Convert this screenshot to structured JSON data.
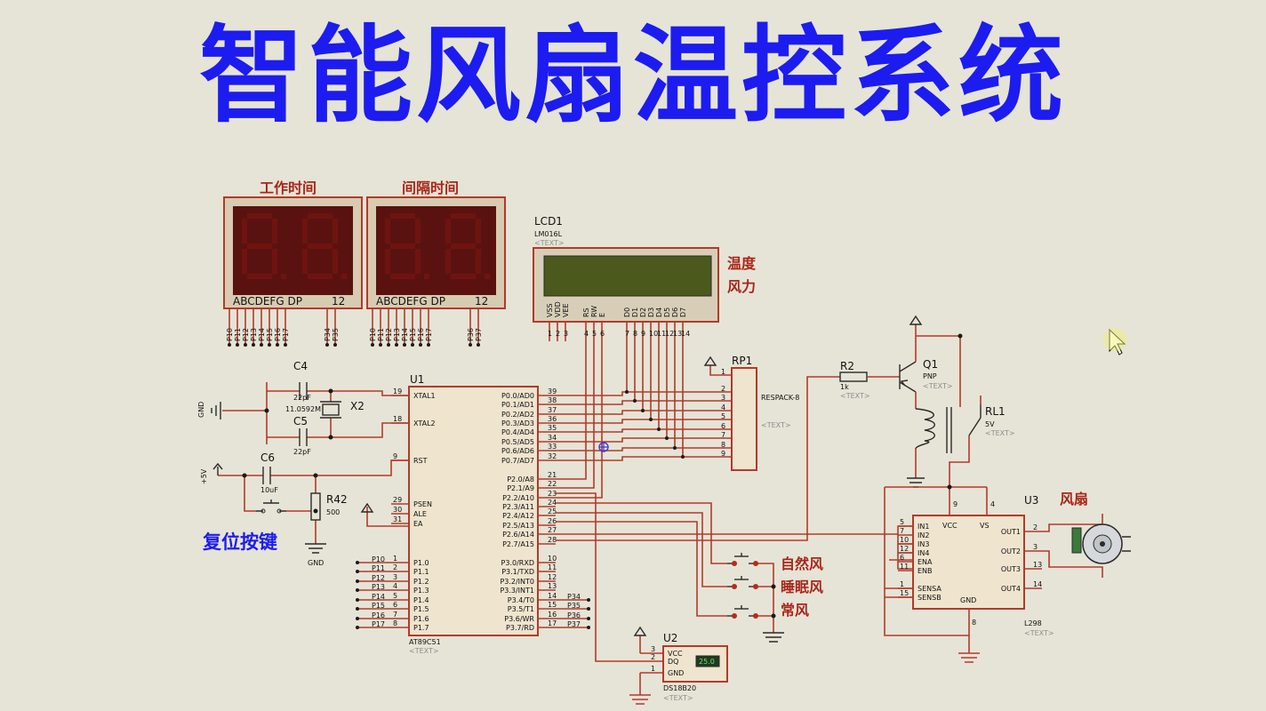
{
  "title": "智能风扇温控系统",
  "labels": {
    "work_time": "工作时间",
    "interval_time": "间隔时间",
    "display_pins": "ABCDEFG  DP",
    "display_digits": "12",
    "temperature": "温度",
    "wind_power": "风力",
    "reset_key": "复位按键",
    "natural_wind": "自然风",
    "sleep_wind": "睡眠风",
    "normal_wind": "常风",
    "fan": "风扇"
  },
  "display_pin_labels_1": [
    "P10",
    "P11",
    "P12",
    "P13",
    "P14",
    "P15",
    "P16",
    "P17",
    "P34",
    "P35"
  ],
  "display_pin_labels_2": [
    "P10",
    "P11",
    "P12",
    "P13",
    "P14",
    "P15",
    "P16",
    "P17",
    "P36",
    "P37"
  ],
  "lcd": {
    "ref": "LCD1",
    "model": "LM016L",
    "text": "<TEXT>",
    "pins": [
      "VSS",
      "VDD",
      "VEE",
      "RS",
      "RW",
      "E",
      "D0",
      "D1",
      "D2",
      "D3",
      "D4",
      "D5",
      "D6",
      "D7"
    ],
    "pin_numbers": [
      "1",
      "2",
      "3",
      "4",
      "5",
      "6",
      "7",
      "8",
      "9",
      "10",
      "11",
      "12",
      "13",
      "14"
    ]
  },
  "u1": {
    "ref": "U1",
    "model": "AT89C51",
    "text": "<TEXT>",
    "left_pins": [
      {
        "name": "XTAL1",
        "num": "19"
      },
      {
        "name": "XTAL2",
        "num": "18"
      },
      {
        "name": "RST",
        "num": "9"
      },
      {
        "name": "PSEN",
        "num": "29"
      },
      {
        "name": "ALE",
        "num": "30"
      },
      {
        "name": "EA",
        "num": "31"
      },
      {
        "name": "P1.0",
        "num": "1"
      },
      {
        "name": "P1.1",
        "num": "2"
      },
      {
        "name": "P1.2",
        "num": "3"
      },
      {
        "name": "P1.3",
        "num": "4"
      },
      {
        "name": "P1.4",
        "num": "5"
      },
      {
        "name": "P1.5",
        "num": "6"
      },
      {
        "name": "P1.6",
        "num": "7"
      },
      {
        "name": "P1.7",
        "num": "8"
      }
    ],
    "right_pins": [
      {
        "name": "P0.0/AD0",
        "num": "39"
      },
      {
        "name": "P0.1/AD1",
        "num": "38"
      },
      {
        "name": "P0.2/AD2",
        "num": "37"
      },
      {
        "name": "P0.3/AD3",
        "num": "36"
      },
      {
        "name": "P0.4/AD4",
        "num": "35"
      },
      {
        "name": "P0.5/AD5",
        "num": "34"
      },
      {
        "name": "P0.6/AD6",
        "num": "33"
      },
      {
        "name": "P0.7/AD7",
        "num": "32"
      },
      {
        "name": "P2.0/A8",
        "num": "21"
      },
      {
        "name": "P2.1/A9",
        "num": "22"
      },
      {
        "name": "P2.2/A10",
        "num": "23"
      },
      {
        "name": "P2.3/A11",
        "num": "24"
      },
      {
        "name": "P2.4/A12",
        "num": "25"
      },
      {
        "name": "P2.5/A13",
        "num": "26"
      },
      {
        "name": "P2.6/A14",
        "num": "27"
      },
      {
        "name": "P2.7/A15",
        "num": "28"
      },
      {
        "name": "P3.0/RXD",
        "num": "10"
      },
      {
        "name": "P3.1/TXD",
        "num": "11"
      },
      {
        "name": "P3.2/INT0",
        "num": "12"
      },
      {
        "name": "P3.3/INT1",
        "num": "13"
      },
      {
        "name": "P3.4/T0",
        "num": "14"
      },
      {
        "name": "P3.5/T1",
        "num": "15"
      },
      {
        "name": "P3.6/WR",
        "num": "16"
      },
      {
        "name": "P3.7/RD",
        "num": "17"
      }
    ],
    "p1_net_labels": [
      "P10",
      "P11",
      "P12",
      "P13",
      "P14",
      "P15",
      "P16",
      "P17"
    ],
    "p3_net_labels": [
      "P34",
      "P35",
      "P36",
      "P37"
    ]
  },
  "c4": {
    "ref": "C4",
    "value": "22pF"
  },
  "c5": {
    "ref": "C5",
    "value": "22pF"
  },
  "x2": {
    "ref": "X2",
    "value": "11.0592M"
  },
  "c6": {
    "ref": "C6",
    "value": "10uF"
  },
  "r42": {
    "ref": "R42",
    "value": "500"
  },
  "gnd_label": "GND",
  "vcc_label": "+5V",
  "rp1": {
    "ref": "RP1",
    "model": "RESPACK-8",
    "text": "<TEXT>",
    "pins": [
      "1",
      "2",
      "3",
      "4",
      "5",
      "6",
      "7",
      "8",
      "9"
    ]
  },
  "r2": {
    "ref": "R2",
    "value": "1k",
    "text": "<TEXT>"
  },
  "q1": {
    "ref": "Q1",
    "model": "PNP",
    "text": "<TEXT>"
  },
  "rl1": {
    "ref": "RL1",
    "value": "5V",
    "text": "<TEXT>"
  },
  "u3": {
    "ref": "U3",
    "model": "L298",
    "text": "<TEXT>",
    "left_pins": [
      {
        "name": "IN1",
        "num": "5"
      },
      {
        "name": "IN2",
        "num": "7"
      },
      {
        "name": "IN3",
        "num": "10"
      },
      {
        "name": "IN4",
        "num": "12"
      },
      {
        "name": "ENA",
        "num": "6"
      },
      {
        "name": "ENB",
        "num": "11"
      },
      {
        "name": "SENSA",
        "num": "1"
      },
      {
        "name": "SENSB",
        "num": "15"
      }
    ],
    "right_pins": [
      {
        "name": "OUT1",
        "num": "2"
      },
      {
        "name": "OUT2",
        "num": "3"
      },
      {
        "name": "OUT3",
        "num": "13"
      },
      {
        "name": "OUT4",
        "num": "14"
      }
    ],
    "top_pins": [
      {
        "name": "VCC",
        "num": "9"
      },
      {
        "name": "VS",
        "num": "4"
      }
    ],
    "bottom_pin": {
      "name": "GND",
      "num": "8"
    }
  },
  "u2": {
    "ref": "U2",
    "model": "DS18B20",
    "text": "<TEXT>",
    "pins": [
      {
        "name": "VCC",
        "num": "3"
      },
      {
        "name": "DQ",
        "num": "2"
      },
      {
        "name": "GND",
        "num": "1"
      }
    ],
    "reading": "25.0"
  },
  "colors": {
    "title": "#1c1cf0",
    "wire": "#b33a2a",
    "label": "#a8261a",
    "background": "#e6e4d6"
  },
  "icons": {
    "cursor": "cursor-icon",
    "probe": "probe-crosshair-icon"
  }
}
